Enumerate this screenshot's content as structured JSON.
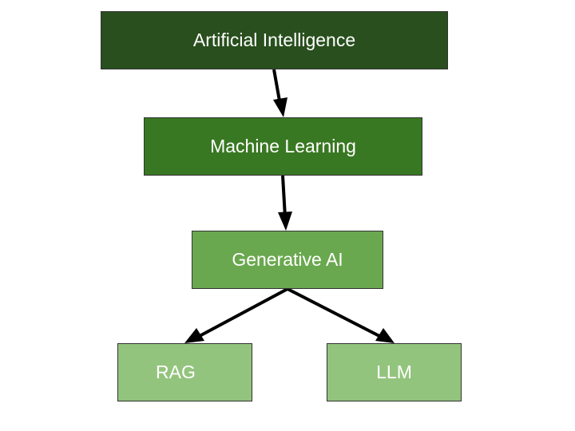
{
  "diagram": {
    "nodes": {
      "ai": {
        "label": "Artificial Intelligence",
        "color": "#284f1d"
      },
      "ml": {
        "label": "Machine Learning",
        "color": "#397822"
      },
      "genai": {
        "label": "Generative AI",
        "color": "#6aa84f"
      },
      "rag": {
        "label": "RAG",
        "color": "#93c47d"
      },
      "llm": {
        "label": "LLM",
        "color": "#93c47d"
      }
    },
    "edges": [
      {
        "from": "ai",
        "to": "ml"
      },
      {
        "from": "ml",
        "to": "genai"
      },
      {
        "from": "genai",
        "to": "rag"
      },
      {
        "from": "genai",
        "to": "llm"
      }
    ],
    "edge_color": "#000000"
  }
}
